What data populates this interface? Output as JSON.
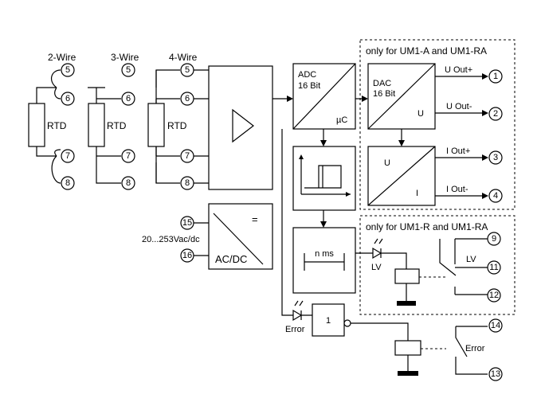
{
  "wiring": {
    "two_wire": "2-Wire",
    "three_wire": "3-Wire",
    "four_wire": "4-Wire",
    "rtd": "RTD"
  },
  "terminals": {
    "t1": "1",
    "t2": "2",
    "t3": "3",
    "t4": "4",
    "t5": "5",
    "t6": "6",
    "t7": "7",
    "t8": "8",
    "t9": "9",
    "t11": "11",
    "t12": "12",
    "t13": "13",
    "t14": "14",
    "t15": "15",
    "t16": "16"
  },
  "blocks": {
    "adc_line1": "ADC",
    "adc_line2": "16 Bit",
    "adc_uc": "µC",
    "dac_line1": "DAC",
    "dac_line2": "16 Bit",
    "dac_u": "U",
    "ui_u": "U",
    "ui_i": "I",
    "timer": "n ms",
    "logic": "1",
    "power": "AC/DC",
    "power_eq": "=",
    "supply": "20...253Vac/dc"
  },
  "outputs": {
    "u_out_plus": "U Out+",
    "u_out_minus": "U Out-",
    "i_out_plus": "I Out+",
    "i_out_minus": "I Out-"
  },
  "groups": {
    "analog_note": "only for UM1-A and UM1-RA",
    "relay_note": "only for UM1-R and UM1-RA"
  },
  "relay": {
    "lv_led": "LV",
    "lv_contact": "LV",
    "error_led": "Error",
    "error_contact": "Error"
  }
}
